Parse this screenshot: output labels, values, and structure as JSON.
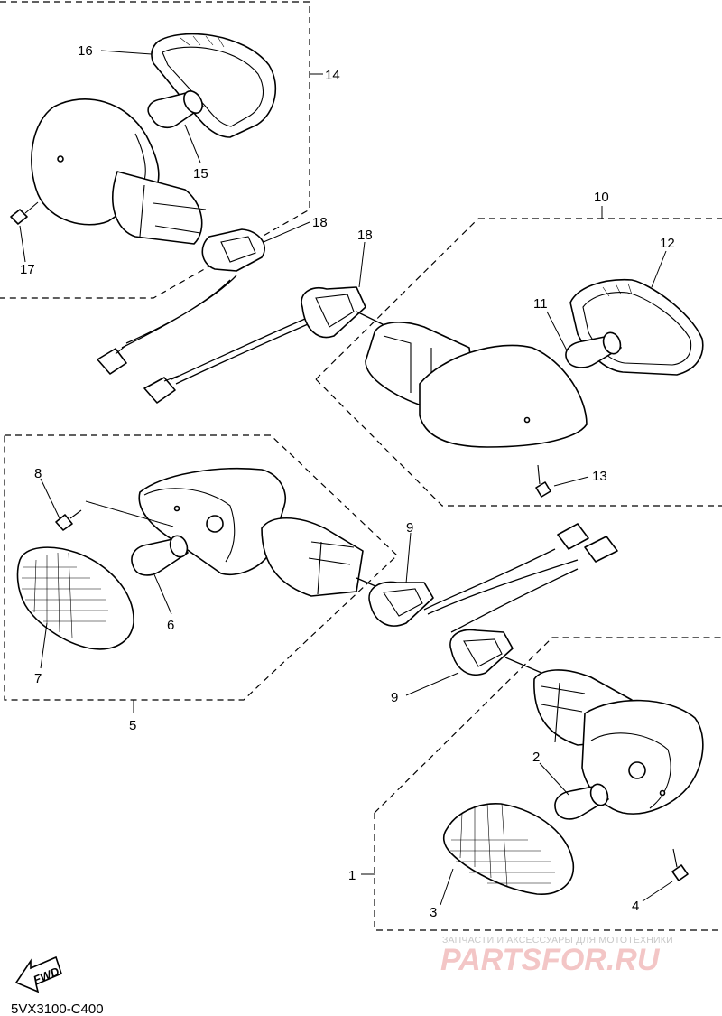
{
  "callouts": [
    {
      "id": "c1",
      "label": "1"
    },
    {
      "id": "c2",
      "label": "2"
    },
    {
      "id": "c3",
      "label": "3"
    },
    {
      "id": "c4",
      "label": "4"
    },
    {
      "id": "c5",
      "label": "5"
    },
    {
      "id": "c6",
      "label": "6"
    },
    {
      "id": "c7",
      "label": "7"
    },
    {
      "id": "c8",
      "label": "8"
    },
    {
      "id": "c9a",
      "label": "9"
    },
    {
      "id": "c9b",
      "label": "9"
    },
    {
      "id": "c10",
      "label": "10"
    },
    {
      "id": "c11",
      "label": "11"
    },
    {
      "id": "c12",
      "label": "12"
    },
    {
      "id": "c13",
      "label": "13"
    },
    {
      "id": "c14",
      "label": "14"
    },
    {
      "id": "c15",
      "label": "15"
    },
    {
      "id": "c16",
      "label": "16"
    },
    {
      "id": "c17",
      "label": "17"
    },
    {
      "id": "c18a",
      "label": "18"
    },
    {
      "id": "c18b",
      "label": "18"
    }
  ],
  "diagram_code": "5VX3100-C400",
  "fwd_label": "FWD",
  "watermark": {
    "tagline": "ЗАПЧАСТИ И АКСЕССУАРЫ ДЛЯ МОТОТЕХНИКИ",
    "site": "PARTSFOR.RU"
  }
}
